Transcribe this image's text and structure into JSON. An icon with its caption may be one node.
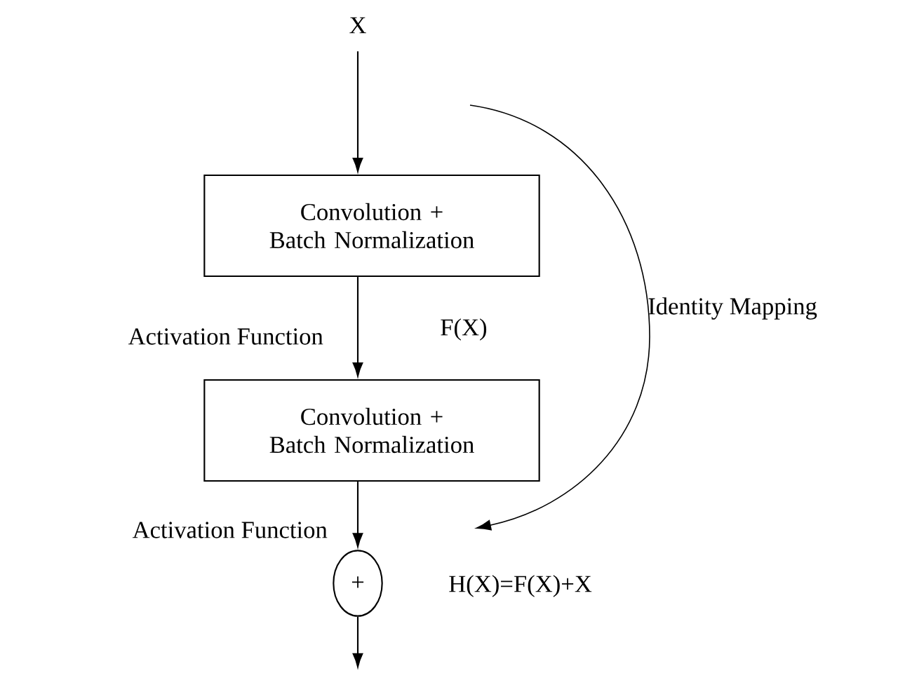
{
  "diagram": {
    "nodes": [
      {
        "text": [
          "X"
        ]
      },
      {
        "text": [
          "Convolution + Batch Normalization"
        ]
      },
      {
        "text": [
          "Convolution + Batch Normalization"
        ]
      },
      {
        "text": [
          "+"
        ]
      }
    ],
    "edges": [
      {
        "from": 0,
        "to": 1,
        "arrow": "to"
      },
      {
        "from": 1,
        "to": 2,
        "arrow": "to"
      },
      {
        "from": 2,
        "to": 3,
        "arrow": "to"
      },
      {
        "from": 3,
        "to": null,
        "arrow": "to"
      }
    ],
    "labels": [
      "Activation Function",
      "F(X)",
      "Identity Mapping",
      "Activation Function",
      "H(X)=F(X)+X"
    ]
  }
}
